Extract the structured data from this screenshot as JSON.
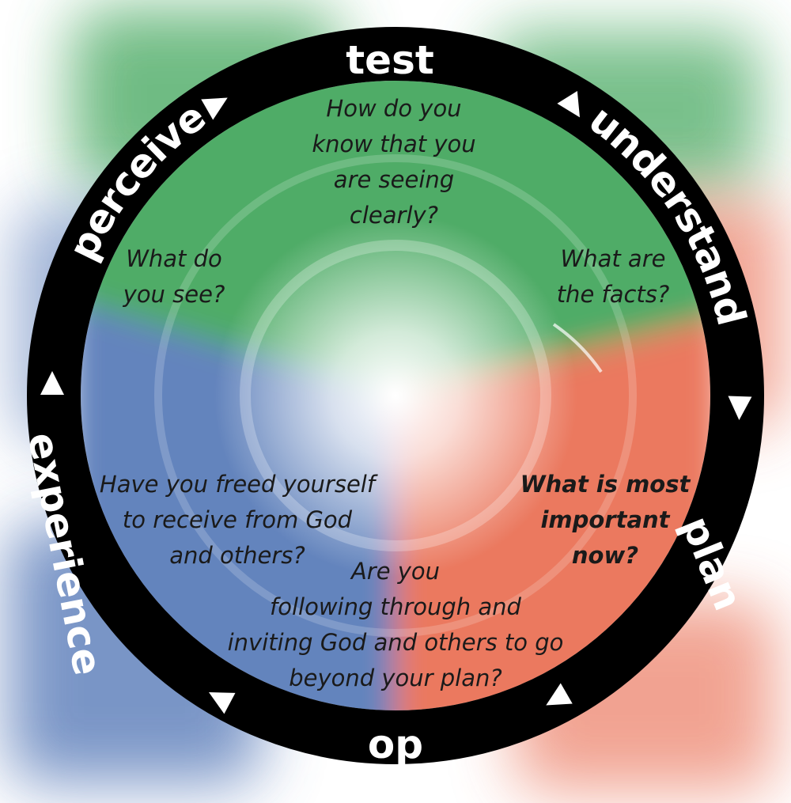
{
  "colors": {
    "ring": "#000000",
    "ring_text": "#ffffff",
    "green": "#3fa55a",
    "red": "#e8664a",
    "blue": "#4d72b4",
    "question_text": "#1a1a1a"
  },
  "ring": {
    "labels": {
      "test": "test",
      "understand": "understand",
      "plan": "plan",
      "op": "op",
      "experience": "experience",
      "perceive": "perceive"
    }
  },
  "questions": {
    "test": [
      "How do you",
      "know that you",
      "are seeing",
      "clearly?"
    ],
    "perceive": [
      "What do",
      "you see?"
    ],
    "understand": [
      "What are",
      "the facts?"
    ],
    "plan": [
      "What is most",
      "important",
      "now?"
    ],
    "experience": [
      "Have you freed yourself",
      "to receive from God",
      "and others?"
    ],
    "op": [
      "Are you",
      "following through and",
      "inviting God and others to go",
      "beyond your plan?"
    ]
  }
}
